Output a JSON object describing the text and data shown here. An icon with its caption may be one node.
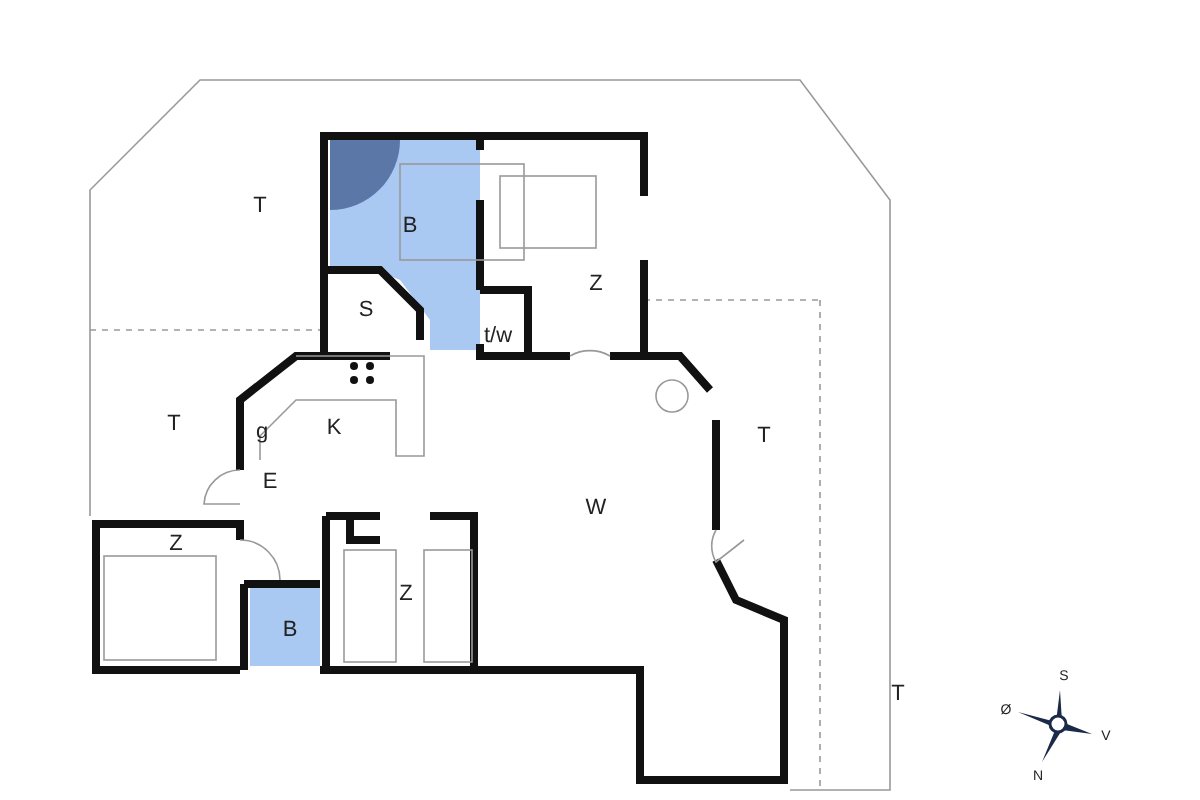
{
  "diagram": {
    "labels": [
      "T",
      "B",
      "Z",
      "S",
      "t/w",
      "T",
      "g",
      "K",
      "E",
      "W",
      "T",
      "Z",
      "Z",
      "B",
      "T",
      "S",
      "Ø",
      "V",
      "N"
    ]
  }
}
